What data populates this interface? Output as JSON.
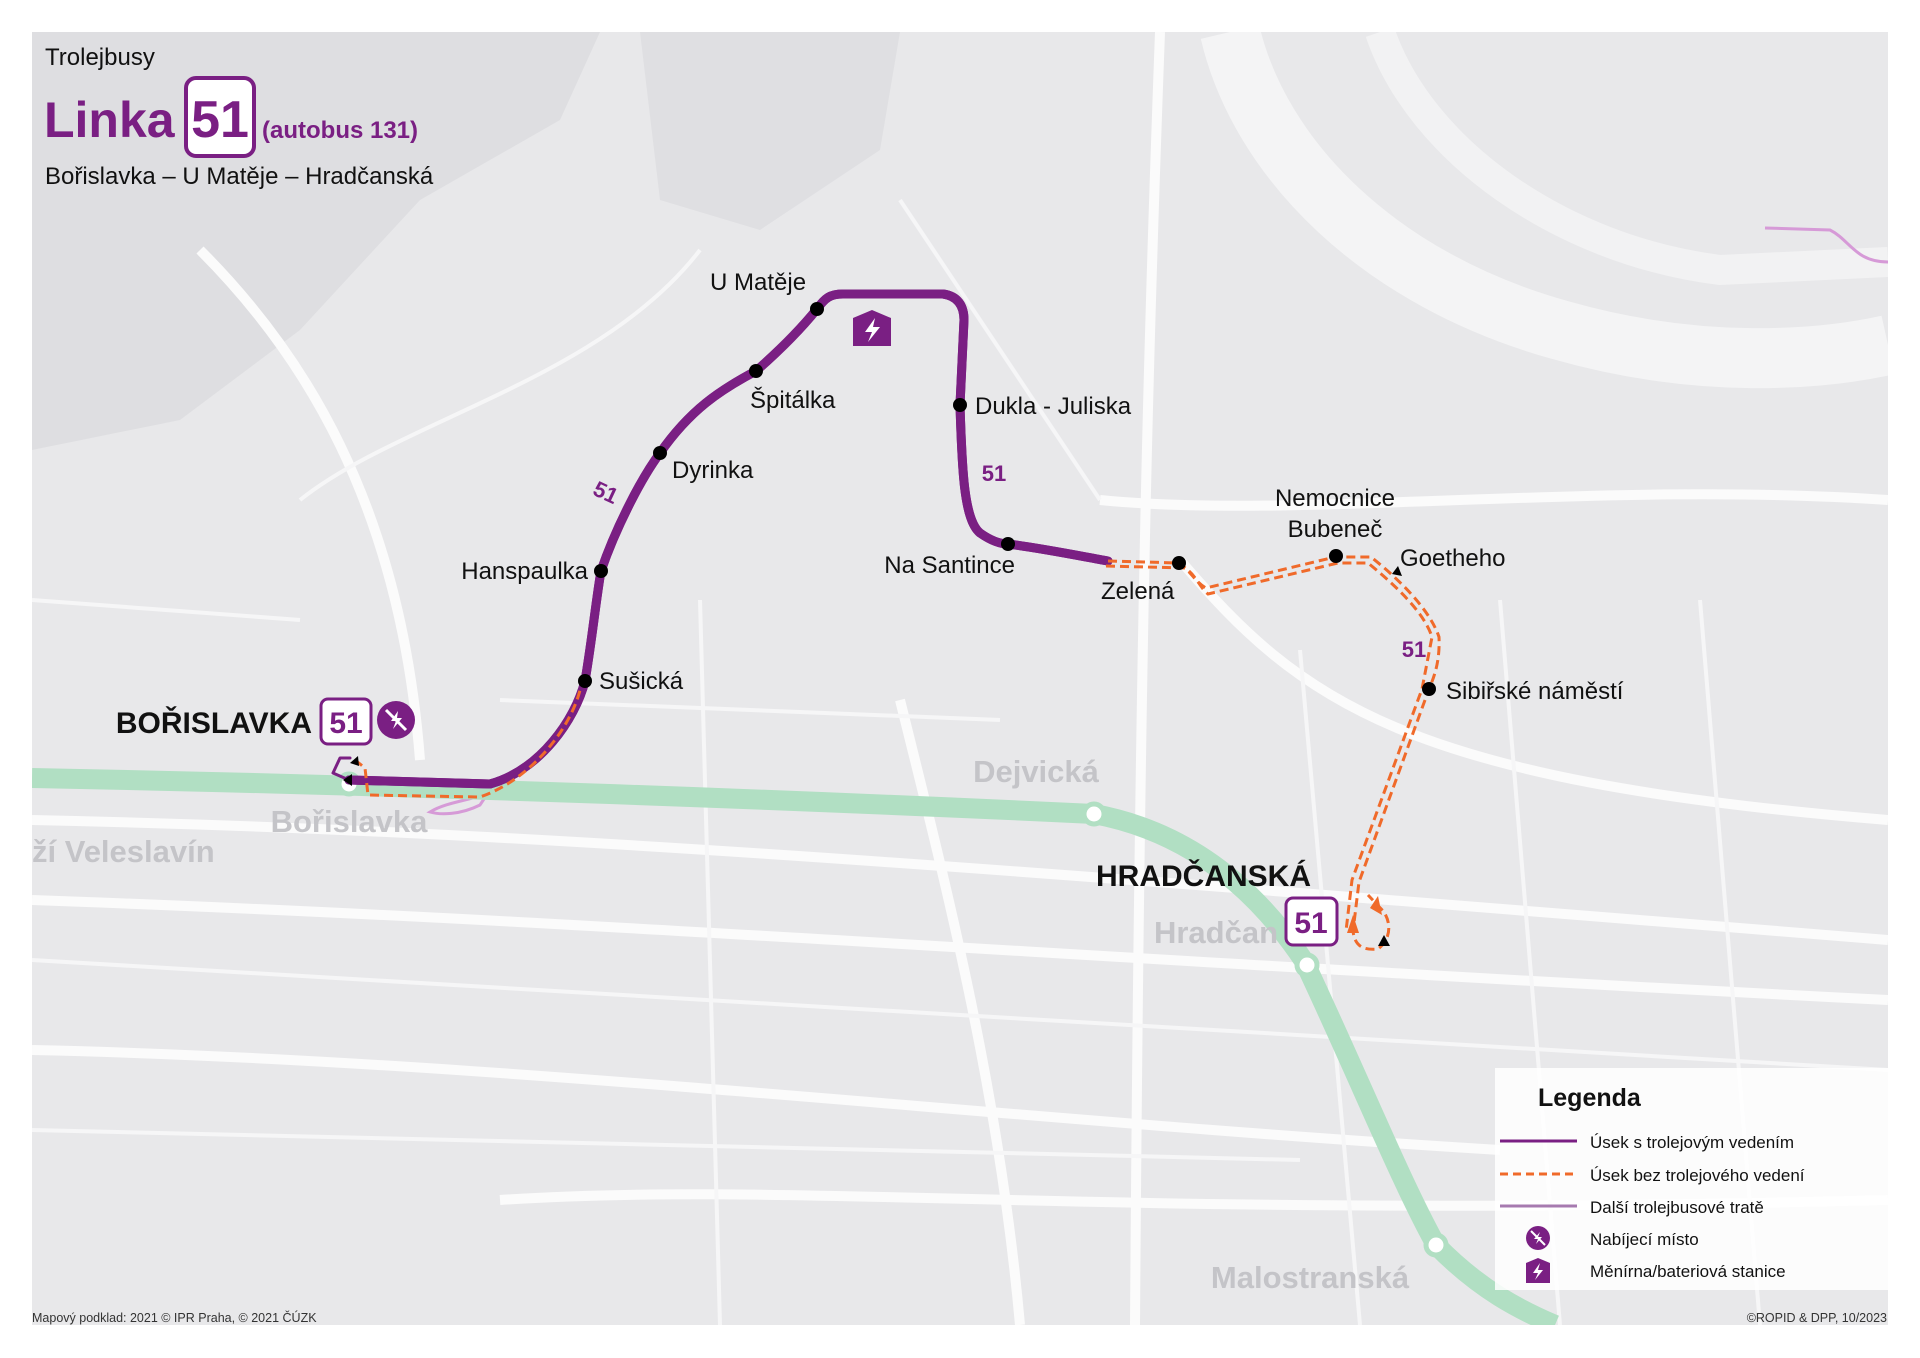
{
  "header": {
    "category": "Trolejbusy",
    "line_prefix": "Linka",
    "line_number": "51",
    "bus_note": "(autobus 131)",
    "route": "Bořislavka – U Matěje – Hradčanská"
  },
  "colors": {
    "trolley": "#7a1f83",
    "no_wire": "#f06a2a",
    "other_lines": "#c48cc9",
    "metro": "#a9dcbc",
    "map_bg": "#e8e8ea"
  },
  "terminals": [
    {
      "name": "BOŘISLAVKA",
      "line": "51",
      "icon": "charging-point-icon"
    },
    {
      "name": "HRADČANSKÁ",
      "line": "51"
    }
  ],
  "stops": [
    "Sušická",
    "Hanspaulka",
    "Dyrinka",
    "Špitálka",
    "U Matěje",
    "Dukla - Juliska",
    "Na Santince",
    "Zelená",
    "Nemocnice",
    "Bubeneč",
    "Goetheho",
    "Sibiřské náměstí"
  ],
  "route_labels": [
    "51",
    "51",
    "51"
  ],
  "metro_stations": [
    "ží Veleslavín",
    "Bořislavka",
    "Dejvická",
    "Hradčan",
    "Malostranská"
  ],
  "legend": {
    "title": "Legenda",
    "items": [
      {
        "label": "Úsek s trolejovým vedením",
        "icon": "solid-purple-line"
      },
      {
        "label": "Úsek bez trolejového vedení",
        "icon": "dashed-orange-line"
      },
      {
        "label": "Další trolejbusové tratě",
        "icon": "light-purple-line"
      },
      {
        "label": "Nabíjecí místo",
        "icon": "charging-point-icon"
      },
      {
        "label": "Měnírna/bateriová stanice",
        "icon": "substation-icon"
      }
    ]
  },
  "footer": {
    "left": "Mapový podklad: 2021 © IPR Praha, © 2021 ČÚZK",
    "right": "©ROPID & DPP, 10/2023"
  }
}
